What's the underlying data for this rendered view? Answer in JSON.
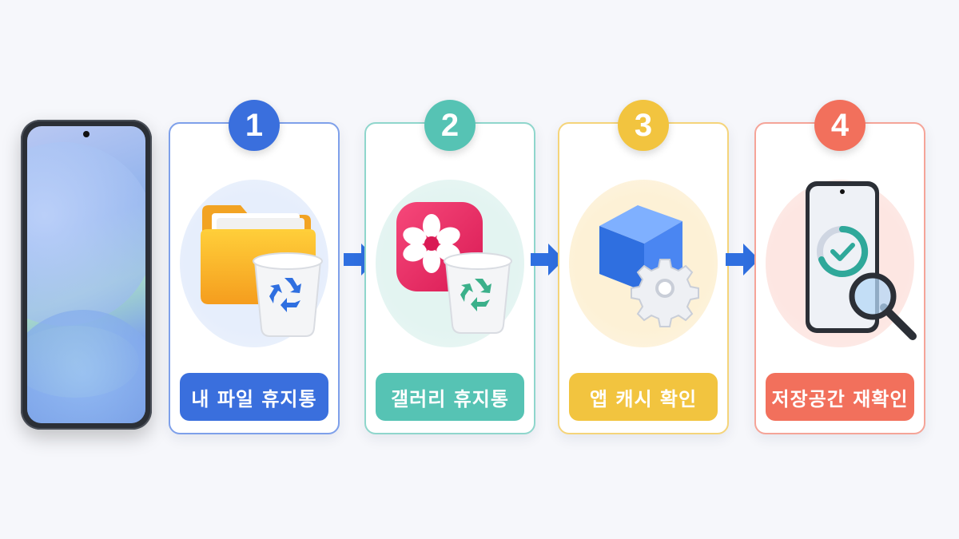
{
  "colors": {
    "step1": "#3a6fdd",
    "step2": "#56c3b4",
    "step3": "#f2c43f",
    "step4": "#f2705c",
    "arrow": "#2f6fe0"
  },
  "steps": [
    {
      "number": "1",
      "label": "내 파일 휴지통",
      "icon": "folder-trash-icon"
    },
    {
      "number": "2",
      "label": "갤러리 휴지통",
      "icon": "gallery-trash-icon"
    },
    {
      "number": "3",
      "label": "앱 캐시 확인",
      "icon": "app-cache-icon"
    },
    {
      "number": "4",
      "label": "저장공간 재확인",
      "icon": "storage-check-icon"
    }
  ]
}
